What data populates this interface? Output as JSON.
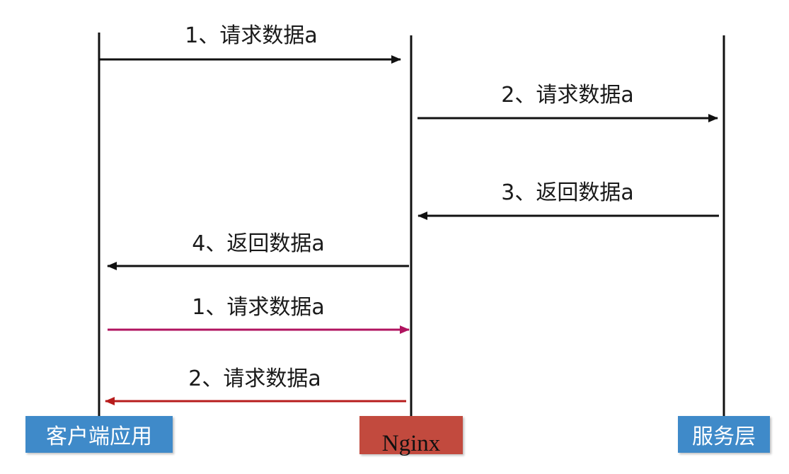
{
  "participants": {
    "client": "客户端应用",
    "nginx": "Nginx",
    "server": "服务层"
  },
  "messages": [
    {
      "label": "1、请求数据a",
      "from": "client",
      "to": "nginx",
      "color": "#111111"
    },
    {
      "label": "2、请求数据a",
      "from": "nginx",
      "to": "server",
      "color": "#111111"
    },
    {
      "label": "3、返回数据a",
      "from": "server",
      "to": "nginx",
      "color": "#111111"
    },
    {
      "label": "4、返回数据a",
      "from": "nginx",
      "to": "client",
      "color": "#111111"
    },
    {
      "label": "1、请求数据a",
      "from": "client",
      "to": "nginx",
      "color": "#b0135f"
    },
    {
      "label": "2、请求数据a",
      "from": "nginx",
      "to": "client",
      "color": "#b71c1c"
    }
  ],
  "colors": {
    "client_box": "#3f8ac9",
    "nginx_box": "#c24a3e",
    "server_box": "#3f8ac9",
    "lifeline": "#111111"
  }
}
